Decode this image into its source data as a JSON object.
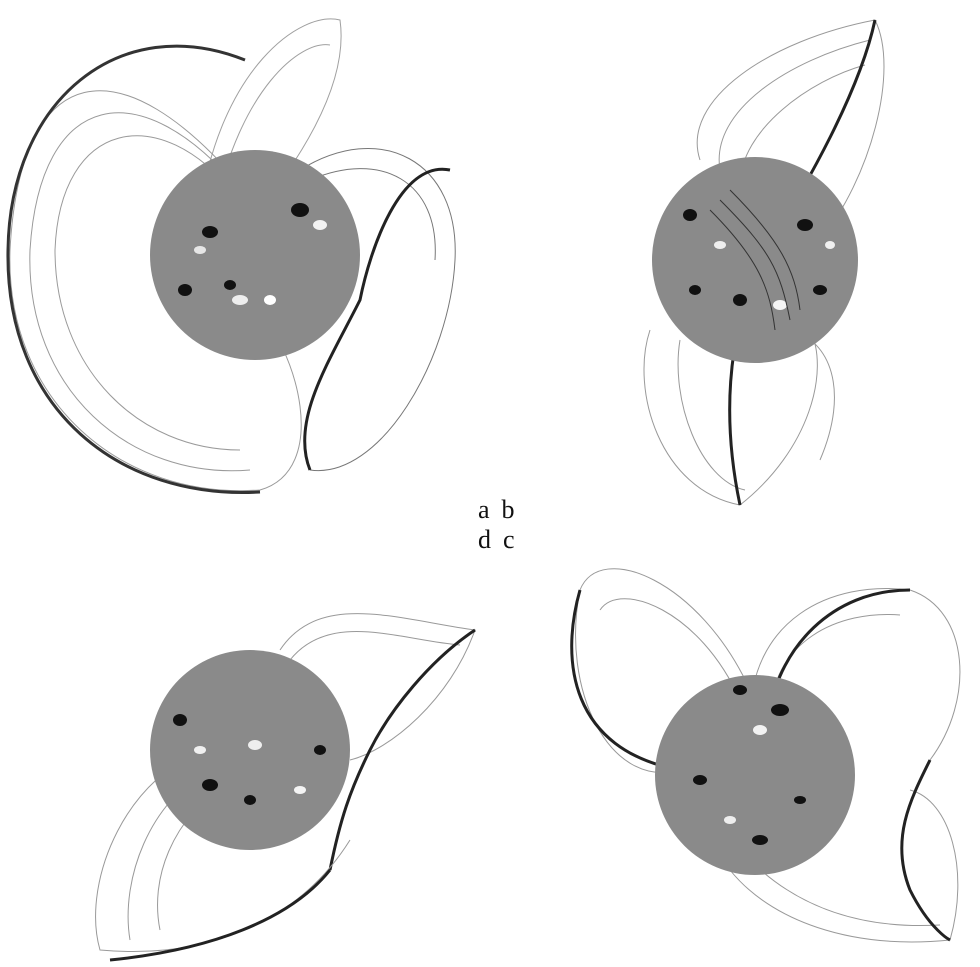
{
  "panel_labels": {
    "row1": [
      "a",
      "b"
    ],
    "row2": [
      "d",
      "c"
    ]
  },
  "panels": [
    {
      "id": "a",
      "description_name": "field-lines-panel-a"
    },
    {
      "id": "b",
      "description_name": "field-lines-panel-b"
    },
    {
      "id": "c",
      "description_name": "field-lines-panel-c"
    },
    {
      "id": "d",
      "description_name": "field-lines-panel-d"
    }
  ],
  "colors": {
    "background": "#ffffff",
    "sphere": "#8a8a8a",
    "line_dark": "#222222",
    "line_light": "#9a9a9a",
    "text": "#111111"
  }
}
